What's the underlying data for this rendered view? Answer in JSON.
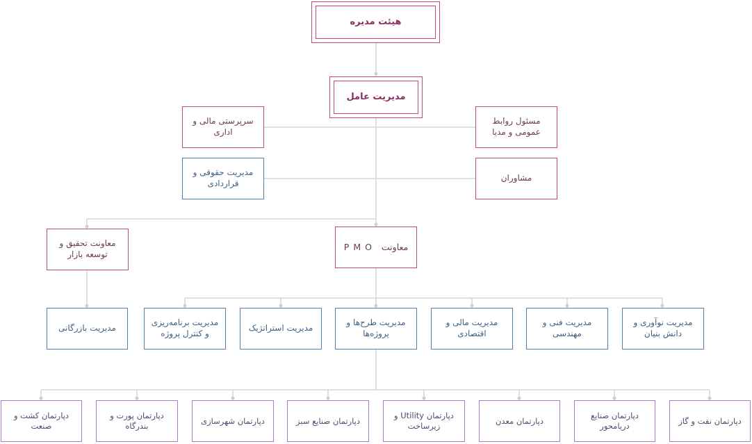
{
  "colors": {
    "connector": "#d6d6d6",
    "dot": "#cfcfcf",
    "pink_border": "#c0487f",
    "blue_border": "#4b7fb5",
    "purple_border": "#a87ac9",
    "title_text": "#8c2d5f"
  },
  "board": {
    "label": "هیئت مدیره"
  },
  "ceo": {
    "label": "مدیریت عامل"
  },
  "staff_left": [
    {
      "label": "سرپرستی مالی و اداری"
    },
    {
      "label": "مدیریت حقوقی و قراردادی"
    }
  ],
  "staff_right": [
    {
      "label": "مسئول روابط عمومی و مدیا"
    },
    {
      "label": "مشاوران"
    }
  ],
  "deputies": {
    "research": {
      "label": "معاونت تحقیق و توسعه بازار"
    },
    "pmo": {
      "label_fa": "معاونت",
      "label_latin": "PMO"
    }
  },
  "managements": [
    {
      "label": "مدیریت بازرگانی"
    },
    {
      "label": "مدیریت برنامه‌ریزی و کنترل پروژه"
    },
    {
      "label": "مدیریت استراتژیک"
    },
    {
      "label": "مدیریت طرح‌ها و پروژه‌ها"
    },
    {
      "label": "مدیریت مالی و اقتصادی"
    },
    {
      "label": "مدیریت فنی و مهندسی"
    },
    {
      "label": "مدیریت نوآوری و دانش بنیان"
    }
  ],
  "departments": [
    {
      "label": "دپارتمان کشت و صنعت"
    },
    {
      "label": "دپارتمان پورت و بندرگاه"
    },
    {
      "label": "دپارتمان شهرسازی"
    },
    {
      "label": "دپارتمان صنایع سبز"
    },
    {
      "label": "دپارتمان Utility و زیرساخت"
    },
    {
      "label": "دپارتمان معدن"
    },
    {
      "label": "دپارتمان صنایع دریامحور"
    },
    {
      "label": "دپارتمان نفت و گاز"
    }
  ]
}
